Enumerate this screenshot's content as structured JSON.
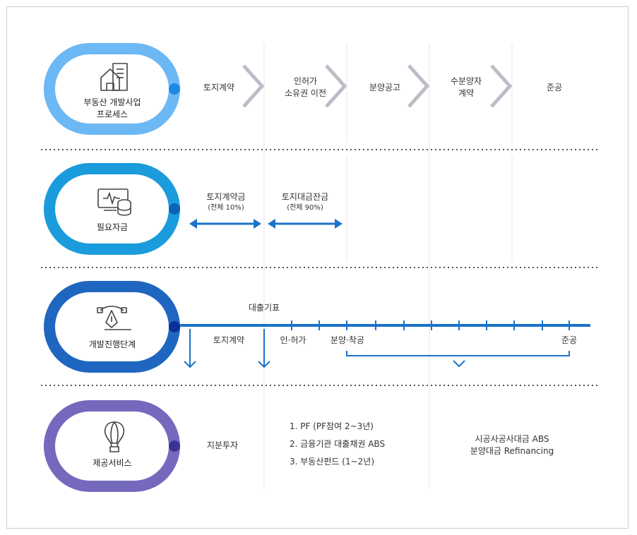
{
  "rows": {
    "process": {
      "label_line1": "부동산 개발사업",
      "label_line2": "프로세스",
      "icon": "building-icon",
      "color": "#6cb8f5",
      "steps": [
        {
          "line1": "토지계약",
          "line2": ""
        },
        {
          "line1": "인허가",
          "line2": "소유권 이전"
        },
        {
          "line1": "분양공고",
          "line2": ""
        },
        {
          "line1": "수분양자",
          "line2": "계약"
        },
        {
          "line1": "준공",
          "line2": ""
        }
      ]
    },
    "funds": {
      "label": "필요자금",
      "icon": "monitor-database-icon",
      "color": "#1a9bdc",
      "items": [
        {
          "title": "토지계약금",
          "sub": "(전체 10%)"
        },
        {
          "title": "토지대금잔금",
          "sub": "(전체 90%)"
        }
      ]
    },
    "stages": {
      "label": "개발진행단계",
      "icon": "pen-tool-icon",
      "color": "#1f66c1",
      "timeline_title": "대출기표",
      "markers": [
        "토지계약",
        "인·허가",
        "분양·착공",
        "준공"
      ]
    },
    "services": {
      "label": "제공서비스",
      "icon": "hot-air-balloon-icon",
      "color": "#7469bd",
      "equity": "지분투자",
      "list": [
        "1. PF (PF참여 2~3년)",
        "2. 금융기관 대출채권 ABS",
        "3. 부동산펀드 (1~2년)"
      ],
      "abs_line1": "시공사공사대금 ABS",
      "abs_line2": "분양대금 Refinancing"
    }
  },
  "colors": {
    "line_blue": "#1a73c8",
    "arrow_gray": "#b9bec6",
    "dot_process": "#1e88e5",
    "dot_funds": "#0b63b8",
    "dot_stages": "#0a2f9a",
    "dot_services": "#3b3496"
  }
}
